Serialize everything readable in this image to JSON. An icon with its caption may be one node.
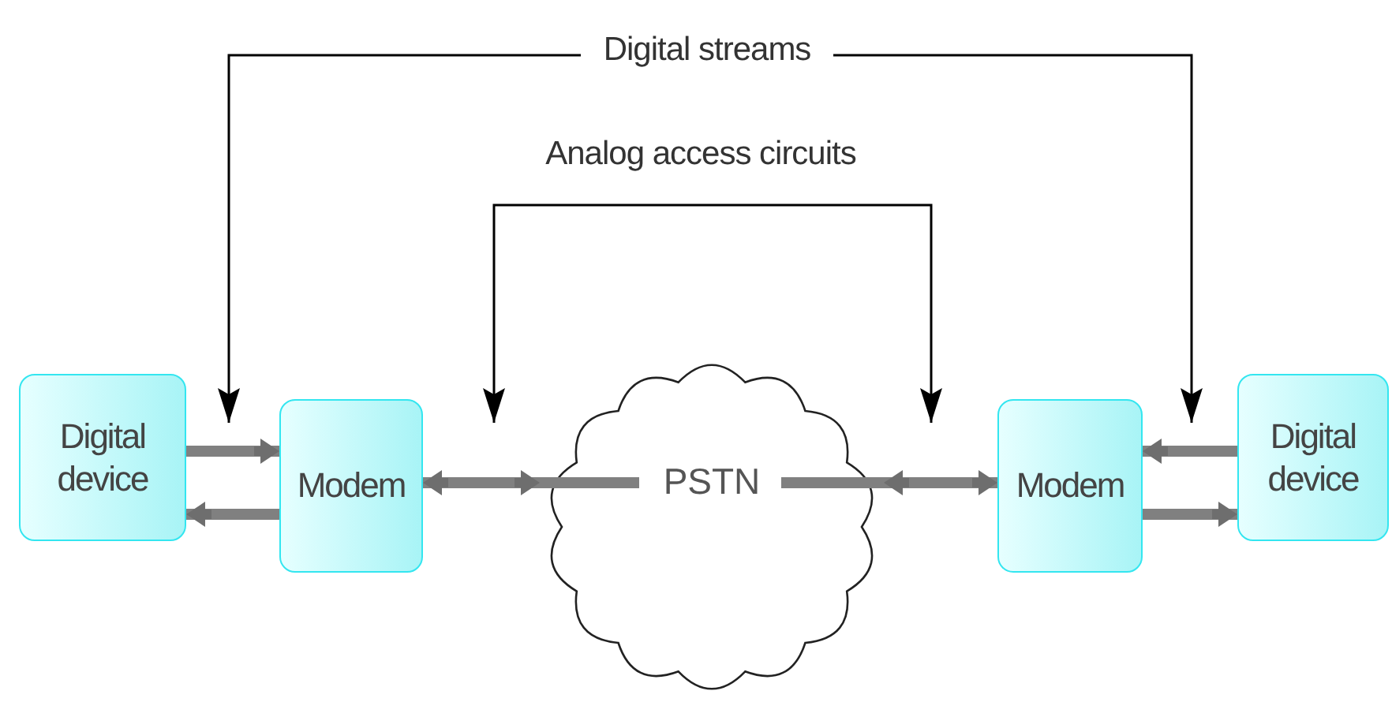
{
  "diagram": {
    "nodes": [
      {
        "text": [
          "Digital device"
        ]
      },
      {
        "text": [
          "Modem"
        ]
      },
      {
        "text": [
          "PSTN"
        ]
      },
      {
        "text": [
          "Modem"
        ]
      },
      {
        "text": [
          "Digital device"
        ]
      },
      {
        "text": [
          "Digital streams"
        ]
      },
      {
        "text": [
          "Analog access circuits"
        ]
      }
    ],
    "edges": [
      {
        "from": 0,
        "to": 1,
        "arrow": "to"
      },
      {
        "from": 1,
        "to": 0,
        "arrow": "to"
      },
      {
        "from": 1,
        "to": 2,
        "arrow": "both"
      },
      {
        "from": 2,
        "to": 3,
        "arrow": "both"
      },
      {
        "from": 4,
        "to": 3,
        "arrow": "to"
      },
      {
        "from": 3,
        "to": 4,
        "arrow": "to"
      },
      {
        "from": 5,
        "to": null,
        "arrow": "to",
        "color": "#000000"
      },
      {
        "from": 5,
        "to": null,
        "arrow": "to",
        "color": "#000000"
      },
      {
        "from": 6,
        "to": null,
        "arrow": "to",
        "color": "#000000"
      },
      {
        "from": 6,
        "to": null,
        "arrow": "to",
        "color": "#000000"
      }
    ]
  }
}
